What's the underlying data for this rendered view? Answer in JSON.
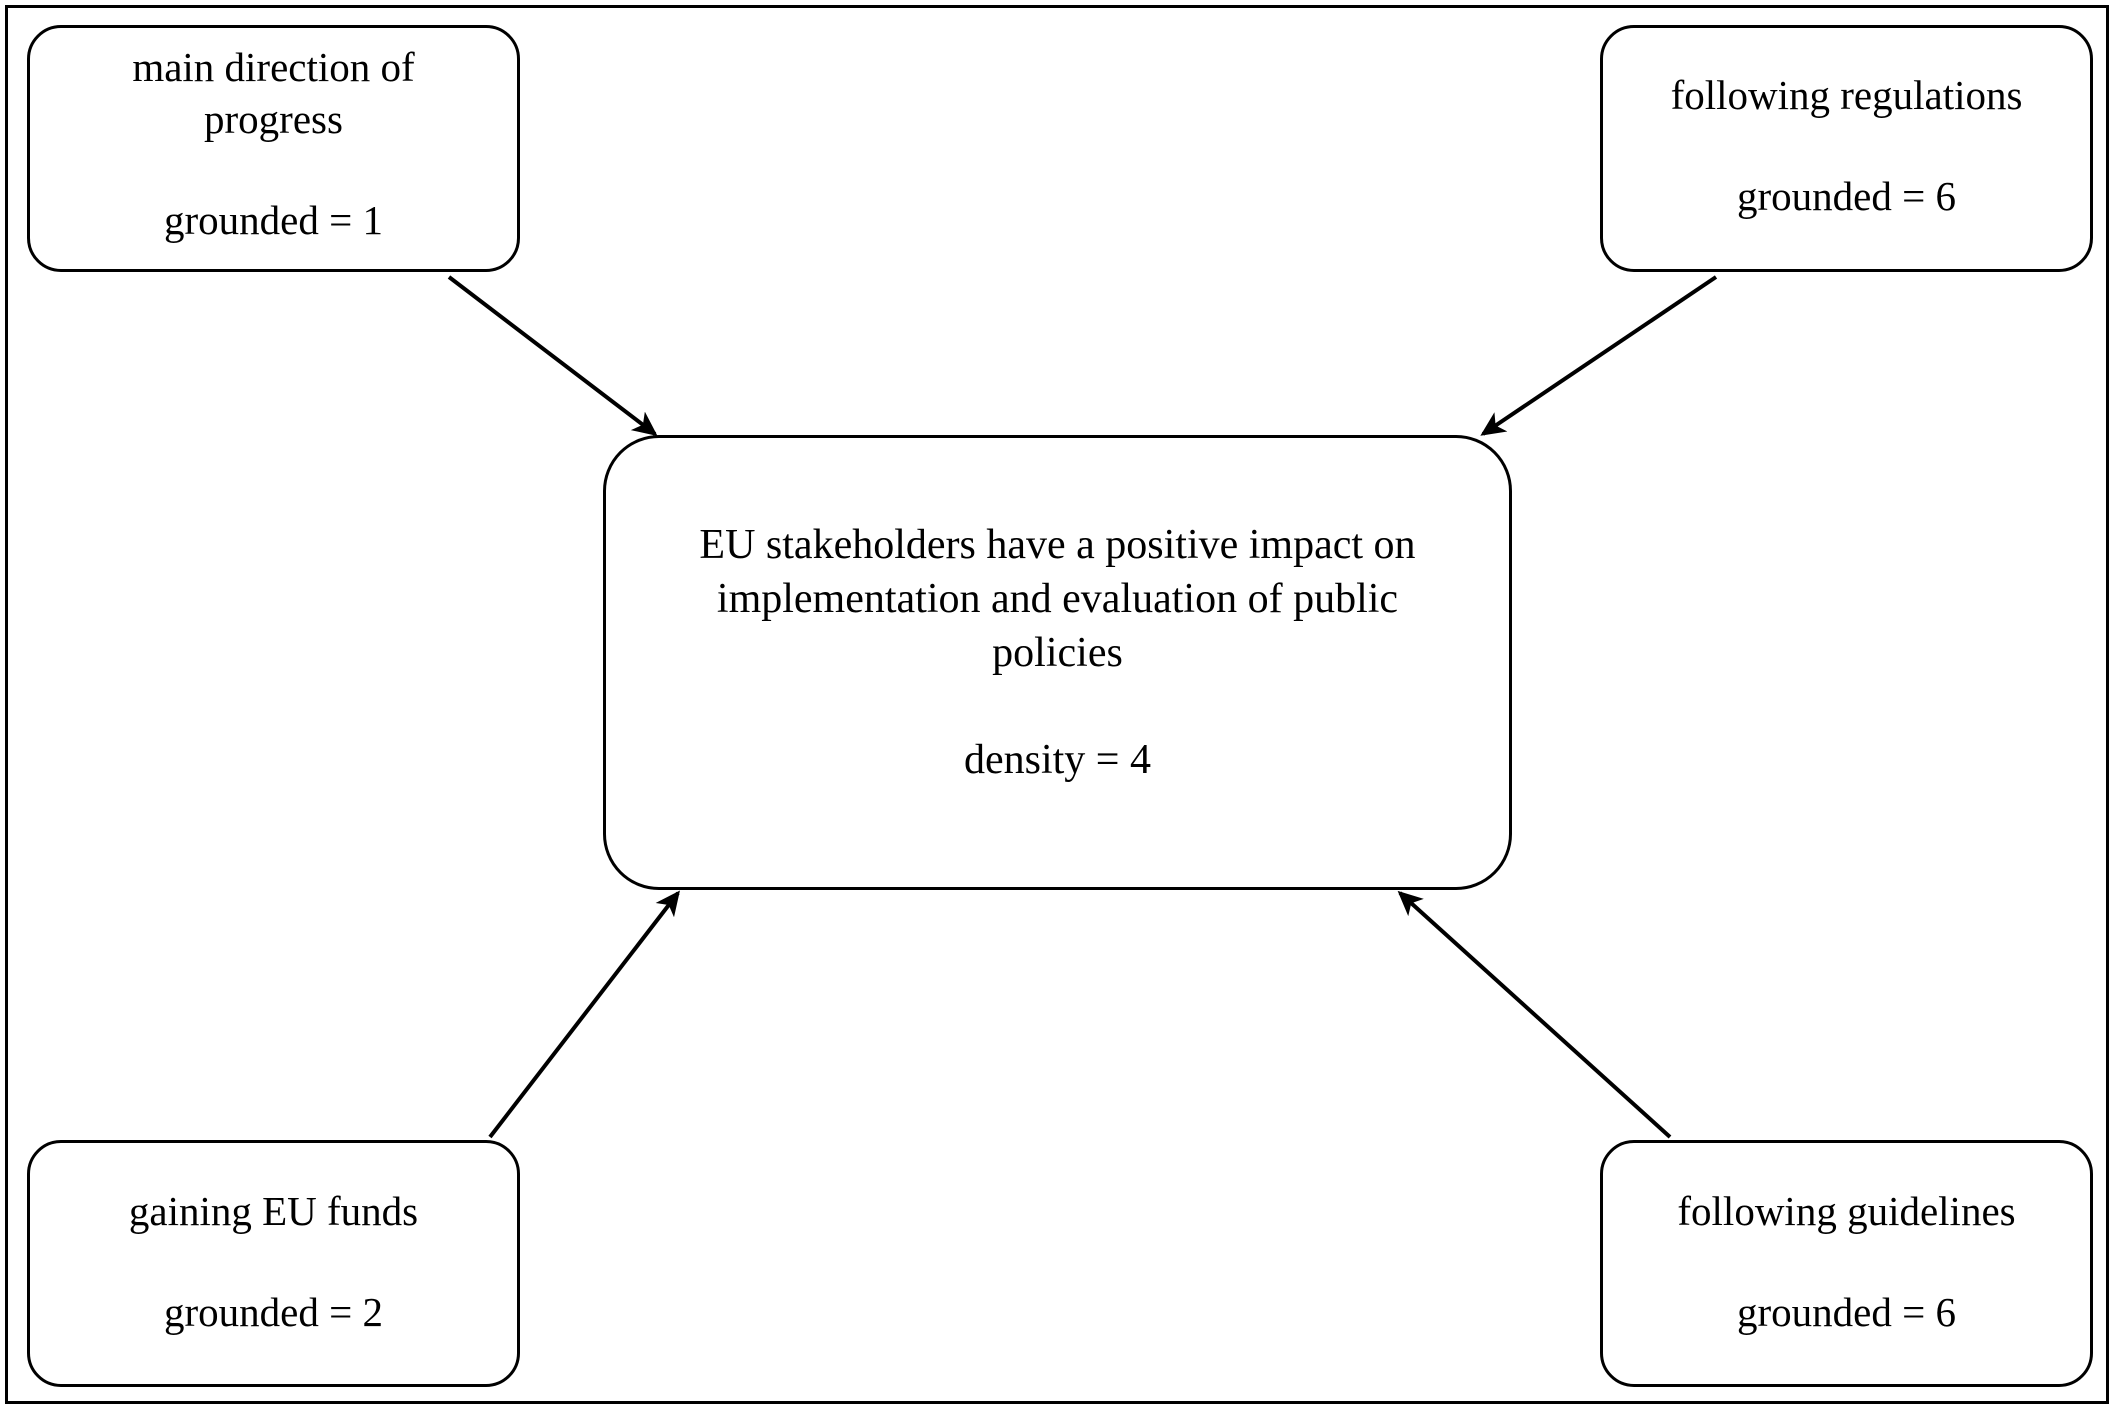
{
  "diagram": {
    "type": "network-diagram",
    "center": {
      "id": "center",
      "title": "EU stakeholders have a positive impact on\nimplementation and evaluation of public\npolicies",
      "metric": "density = 4"
    },
    "nodes": [
      {
        "id": "top-left",
        "title": "main direction of\nprogress",
        "metric": "grounded = 1"
      },
      {
        "id": "top-right",
        "title": "following regulations",
        "metric": "grounded = 6"
      },
      {
        "id": "bottom-left",
        "title": "gaining EU funds",
        "metric": "grounded = 2"
      },
      {
        "id": "bottom-right",
        "title": "following guidelines",
        "metric": "grounded = 6"
      }
    ],
    "edges": [
      {
        "id": "edge-top-left-to-center",
        "from": "top-left",
        "to": "center",
        "direction": "one-way"
      },
      {
        "id": "edge-top-right-to-center",
        "from": "top-right",
        "to": "center",
        "direction": "one-way"
      },
      {
        "id": "edge-bottom-left-to-center",
        "from": "bottom-left",
        "to": "center",
        "direction": "one-way"
      },
      {
        "id": "edge-bottom-right-to-center",
        "from": "bottom-right",
        "to": "center",
        "direction": "one-way"
      }
    ],
    "colors": {
      "stroke": "#000000",
      "fill": "#ffffff",
      "text": "#000000"
    }
  }
}
